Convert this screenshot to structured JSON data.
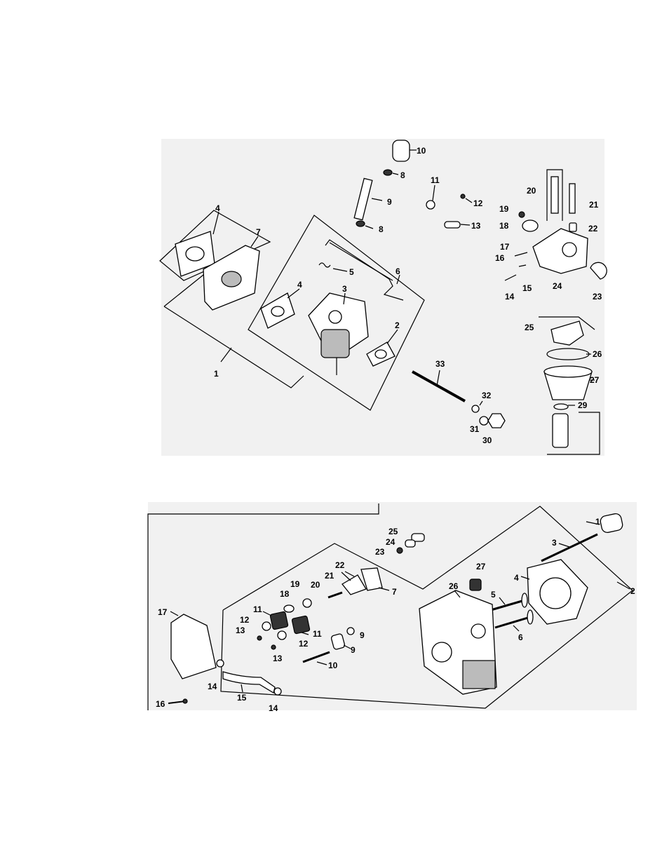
{
  "carburetor_diagram": {
    "labels": [
      "10",
      "8",
      "11",
      "12",
      "9",
      "19",
      "20",
      "21",
      "18",
      "22",
      "13",
      "8",
      "17",
      "16",
      "4",
      "7",
      "5",
      "6",
      "15",
      "14",
      "24",
      "23",
      "4",
      "3",
      "2",
      "25",
      "26",
      "1",
      "33",
      "27",
      "32",
      "29",
      "31",
      "30"
    ]
  },
  "cylinder_head_diagram": {
    "labels": [
      "1",
      "25",
      "24",
      "23",
      "3",
      "22",
      "21",
      "20",
      "27",
      "4",
      "2",
      "19",
      "18",
      "26",
      "5",
      "11",
      "17",
      "12",
      "13",
      "12",
      "6",
      "11",
      "9",
      "9",
      "13",
      "10",
      "14",
      "15",
      "14",
      "16",
      "7"
    ]
  }
}
